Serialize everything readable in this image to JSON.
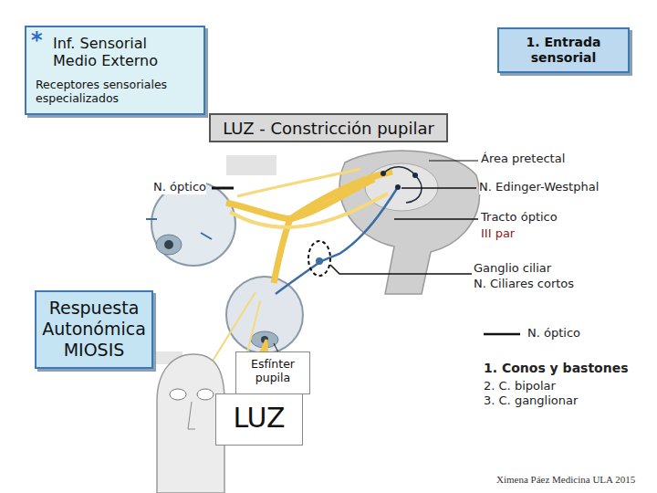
{
  "diagram": {
    "nodes": [
      {
        "text": [
          "*",
          "Inf. Sensorial Medio Externo",
          "Receptores sensoriales especializados"
        ]
      },
      {
        "text": [
          "1. Entrada sensorial"
        ]
      },
      {
        "text": [
          "LUZ - Constricción pupilar"
        ]
      },
      {
        "text": [
          "Respuesta Autonómica MIOSIS"
        ]
      },
      {
        "text": [
          "Esfínter pupila"
        ]
      },
      {
        "text": [
          "LUZ"
        ]
      }
    ],
    "labels": [
      "Área pretectal",
      "N. Edinger-Westphal",
      "N. óptico",
      "Tracto óptico",
      "III par",
      "Ganglio ciliar",
      "N. Ciliares cortos",
      "1. Conos y bastones",
      "2. C. bipolar",
      "3. C. ganglionar",
      "Ximena Páez Medicina ULA 2015"
    ],
    "legend": [
      {
        "text": "N. óptico"
      }
    ]
  }
}
